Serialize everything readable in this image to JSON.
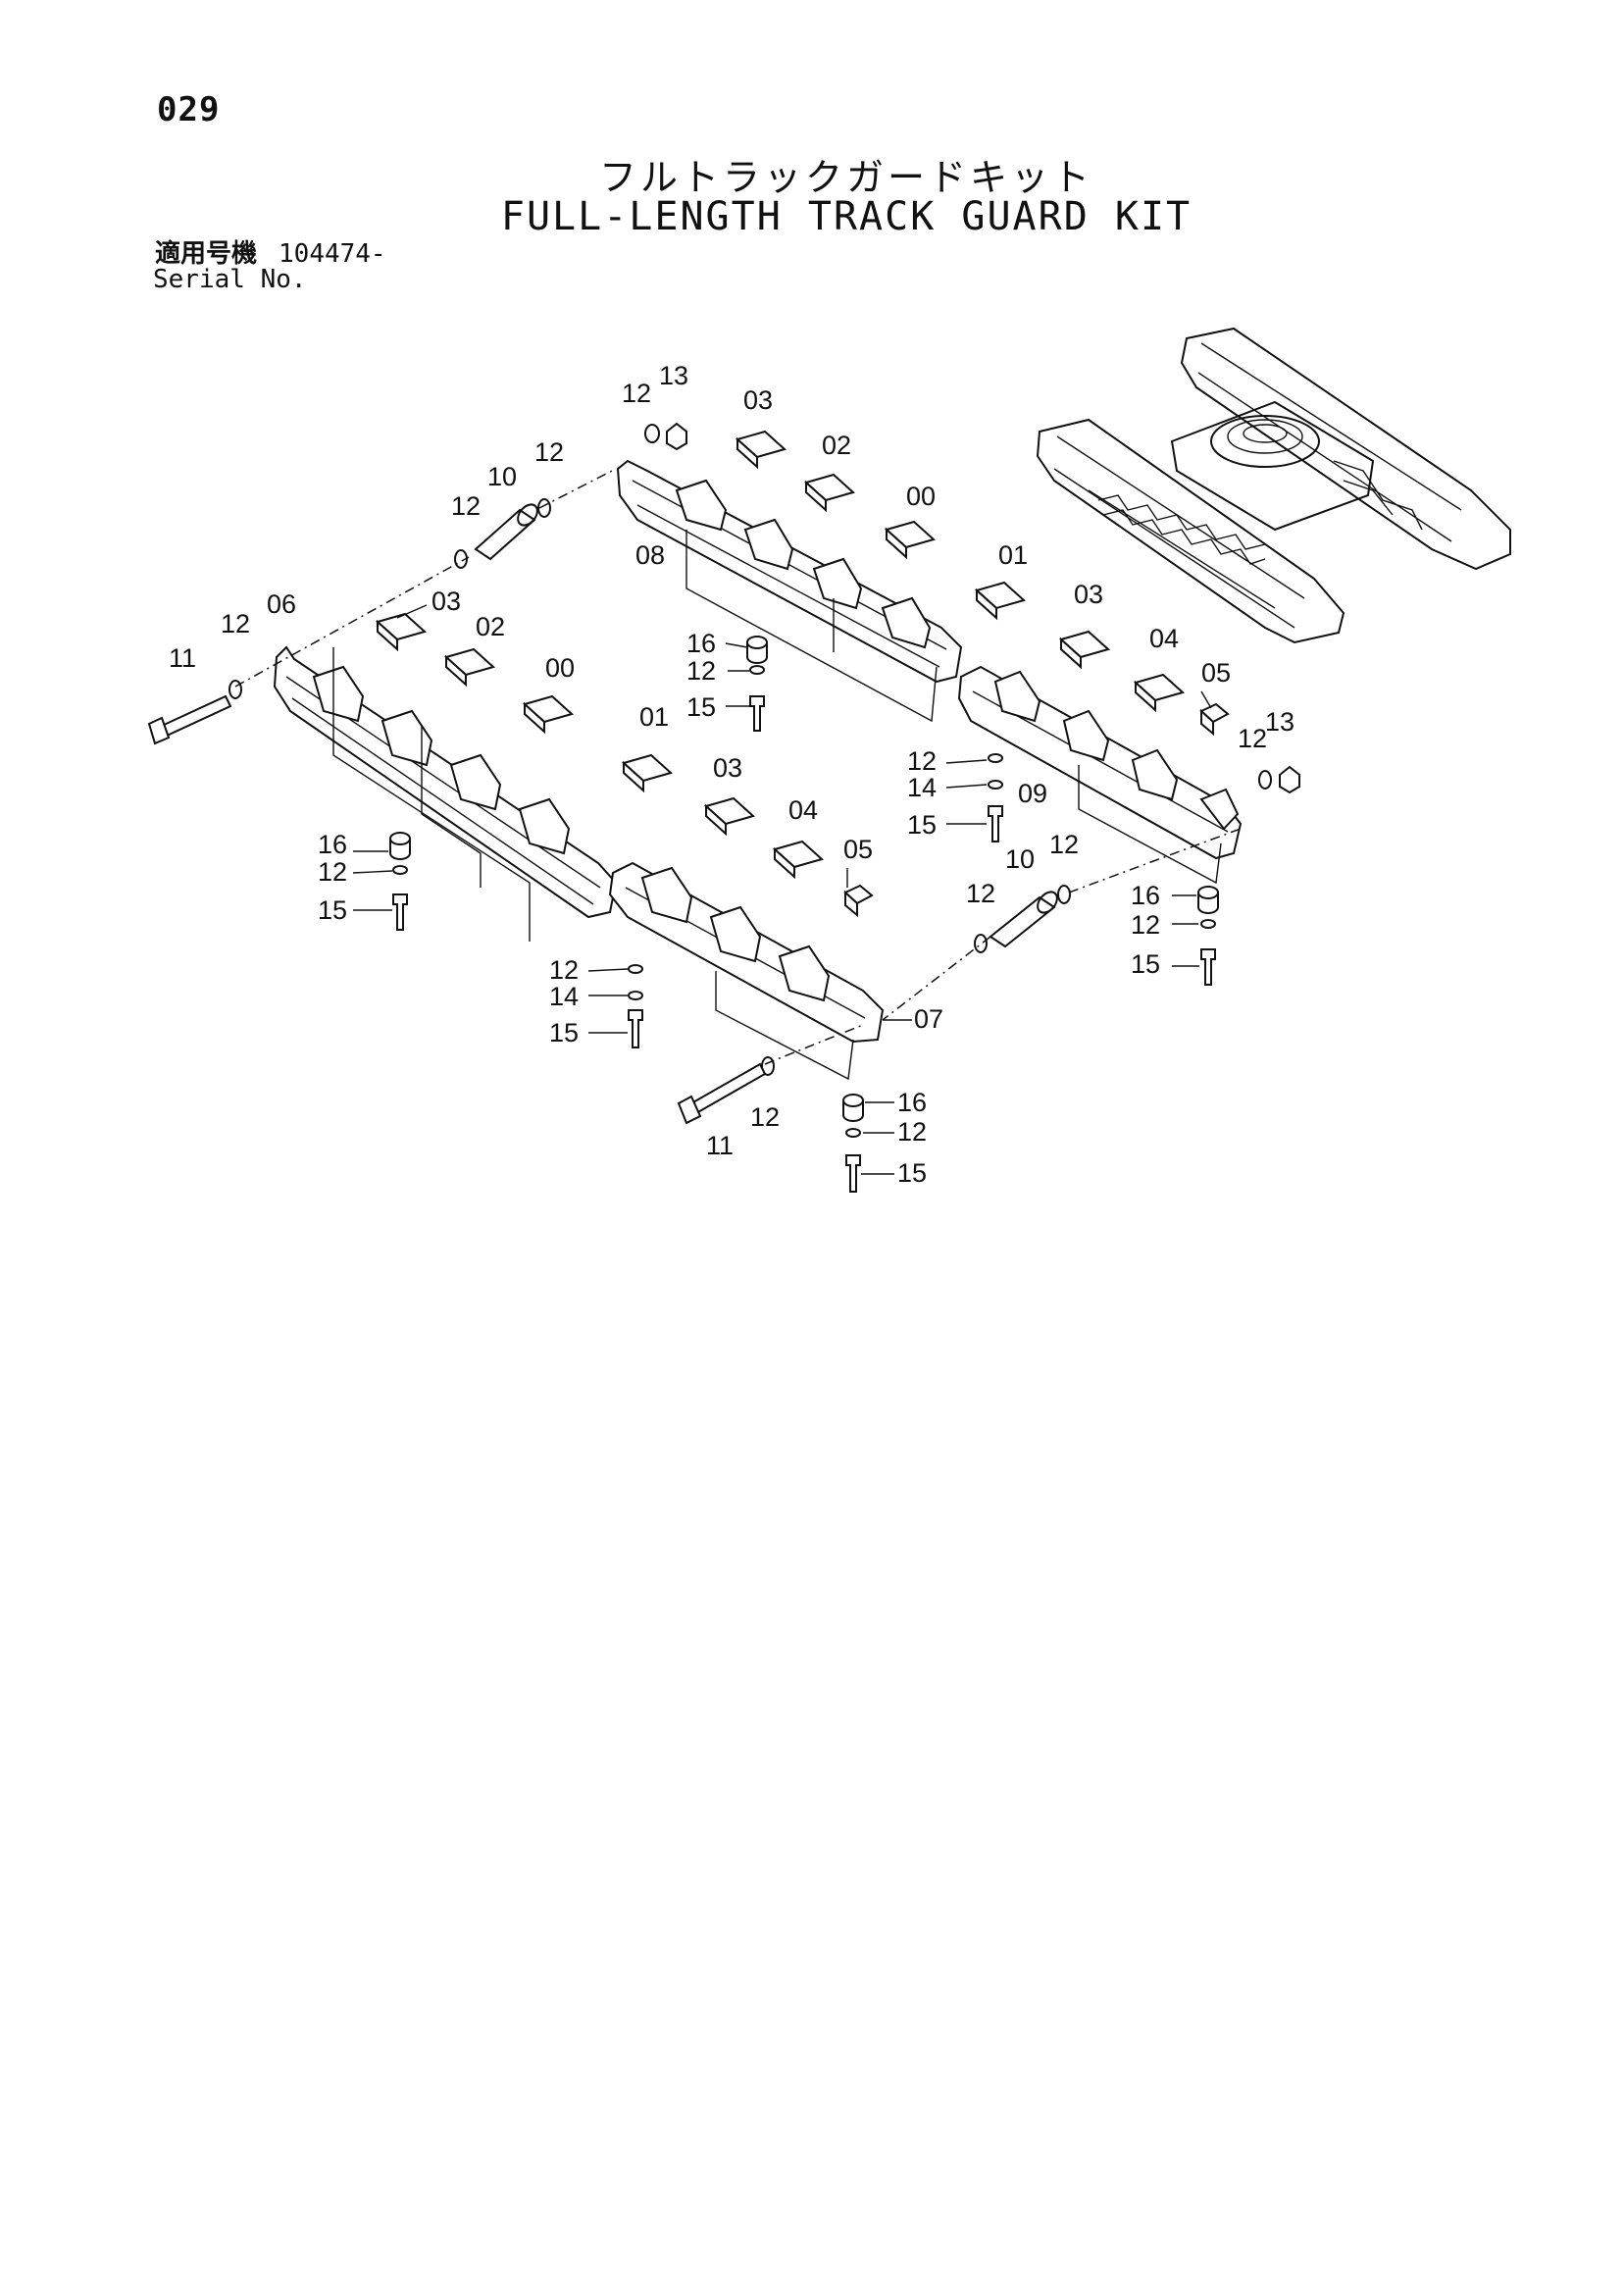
{
  "page": {
    "number": "029"
  },
  "title": {
    "japanese": "フルトラックガードキット",
    "english": "FULL-LENGTH TRACK GUARD KIT"
  },
  "serial": {
    "label_jp": "適用号機",
    "value": "104474-",
    "label_en": "Serial No."
  },
  "callouts": [
    "00",
    "01",
    "02",
    "03",
    "04",
    "05",
    "06",
    "07",
    "08",
    "09",
    "10",
    "11",
    "12",
    "13",
    "14",
    "15",
    "16"
  ]
}
